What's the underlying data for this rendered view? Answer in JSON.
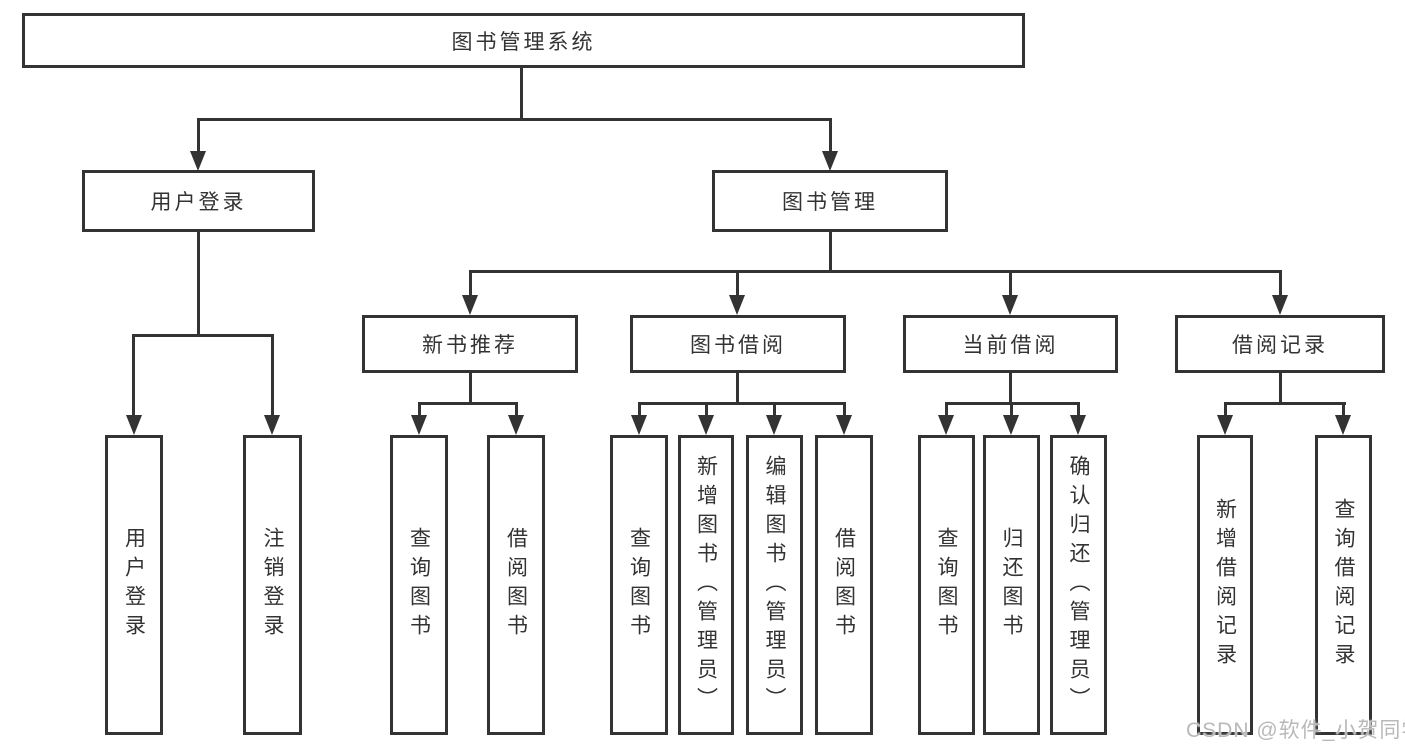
{
  "tree": {
    "label": "图书管理系统",
    "children": [
      {
        "label": "用户登录",
        "children": [
          {
            "label": "用户登录"
          },
          {
            "label": "注销登录"
          }
        ]
      },
      {
        "label": "图书管理",
        "children": [
          {
            "label": "新书推荐",
            "children": [
              {
                "label": "查询图书"
              },
              {
                "label": "借阅图书"
              }
            ]
          },
          {
            "label": "图书借阅",
            "children": [
              {
                "label": "查询图书"
              },
              {
                "label": "新增图书（管理员）"
              },
              {
                "label": "编辑图书（管理员）"
              },
              {
                "label": "借阅图书"
              }
            ]
          },
          {
            "label": "当前借阅",
            "children": [
              {
                "label": "查询图书"
              },
              {
                "label": "归还图书"
              },
              {
                "label": "确认归还（管理员）"
              }
            ]
          },
          {
            "label": "借阅记录",
            "children": [
              {
                "label": "新增借阅记录"
              },
              {
                "label": "查询借阅记录"
              }
            ]
          }
        ]
      }
    ]
  },
  "watermark": "CSDN @软件_小贺同学",
  "colors": {
    "line": "#333333",
    "text": "#333333",
    "background": "#ffffff",
    "watermark": "#b9b9b9"
  }
}
